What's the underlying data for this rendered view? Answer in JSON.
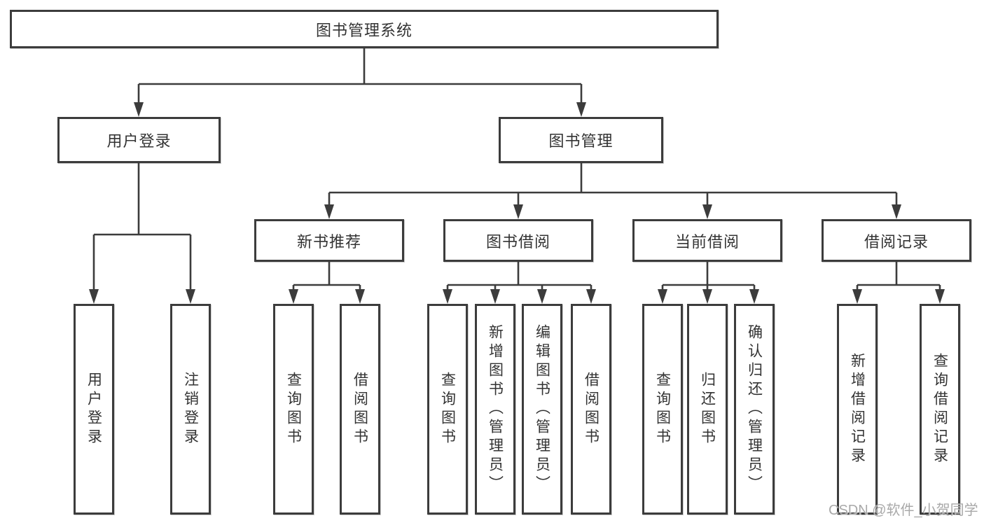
{
  "colors": {
    "line": "#3c3c3c",
    "text": "#333333",
    "watermark": "#a9a9a9",
    "background": "#ffffff"
  },
  "watermark": {
    "text": "CSDN @软件_小贺同学"
  },
  "tree": {
    "label": "图书管理系统",
    "children": [
      {
        "label": "用户登录",
        "children": [
          {
            "label": "用户登录"
          },
          {
            "label": "注销登录"
          }
        ]
      },
      {
        "label": "图书管理",
        "children": [
          {
            "label": "新书推荐",
            "children": [
              {
                "label": "查询图书"
              },
              {
                "label": "借阅图书"
              }
            ]
          },
          {
            "label": "图书借阅",
            "children": [
              {
                "label": "查询图书"
              },
              {
                "label": "新增图书（管理员）"
              },
              {
                "label": "编辑图书（管理员）"
              },
              {
                "label": "借阅图书"
              }
            ]
          },
          {
            "label": "当前借阅",
            "children": [
              {
                "label": "查询图书"
              },
              {
                "label": "归还图书"
              },
              {
                "label": "确认归还（管理员）"
              }
            ]
          },
          {
            "label": "借阅记录",
            "children": [
              {
                "label": "新增借阅记录"
              },
              {
                "label": "查询借阅记录"
              }
            ]
          }
        ]
      }
    ]
  }
}
